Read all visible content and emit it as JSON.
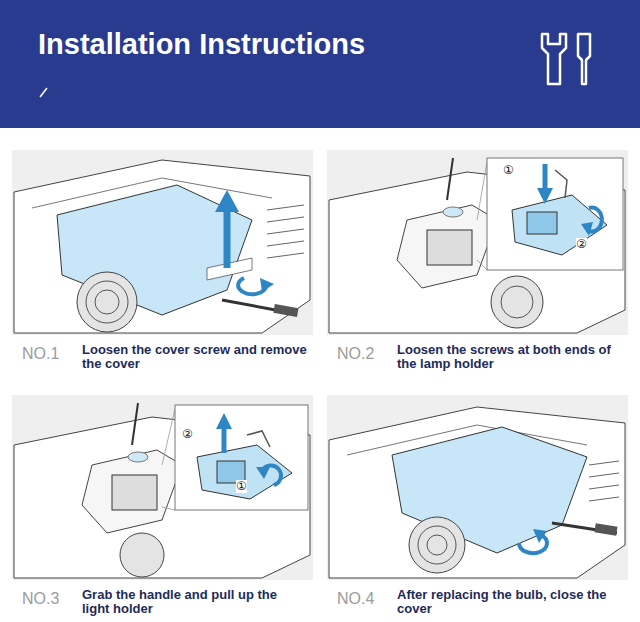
{
  "diagram": {
    "title": "Installation Instructions",
    "nodes": [
      {
        "text": [
          "NO.1",
          "Loosen the cover screw and remove the cover"
        ]
      },
      {
        "text": [
          "NO.2",
          "Loosen the screws at both ends of the lamp holder"
        ]
      },
      {
        "text": [
          "NO.3",
          "Grab the handle and pull up the light holder"
        ]
      },
      {
        "text": [
          "NO.4",
          "After replacing the bulb, close the cover"
        ]
      }
    ],
    "labels": [
      "①",
      "②",
      "②",
      "①"
    ]
  }
}
